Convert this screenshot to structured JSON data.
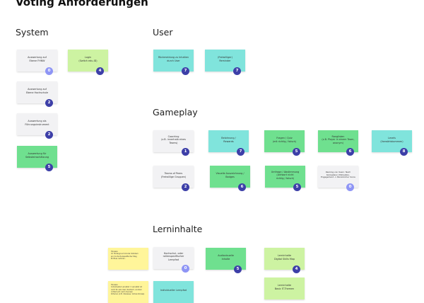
{
  "title": "Voting Anforderungen",
  "sections": {
    "system": "System",
    "user": "User",
    "gameplay": "Gameplay",
    "lerninhalte": "Lerninhalte"
  },
  "colors": {
    "gray": "#f2f2f4",
    "green": "#6fe08f",
    "lime": "#cdf3a2",
    "teal": "#80e4dc",
    "yellow": "#fff59a",
    "badge_dark": "#3d3fa8",
    "badge_light": "#8e95f5"
  },
  "cards": {
    "system": [
      {
        "text": "Auswertung auf\nEbene FHNW",
        "votes": "0"
      },
      {
        "text": "Login\n(Switch edu-ID)",
        "votes": "4"
      },
      {
        "text": "Auswertung auf\nEbene Hochschule",
        "votes": "2"
      },
      {
        "text": "Auswertung als\nFührungsinstrument",
        "votes": "2"
      },
      {
        "text": "Auswertung für\nSelbsteinschätzung",
        "votes": "5"
      }
    ],
    "user": [
      {
        "text": "Rückmeldung zu Inhalten\ndurch User",
        "votes": "7"
      },
      {
        "text": "(Freiwilliger)\nReminder",
        "votes": "7"
      }
    ],
    "gameplay": [
      {
        "text": "Coaching\n(z.B. innerhalb eines\nTeams)",
        "votes": "1"
      },
      {
        "text": "Belohnung /\nRewards",
        "votes": "7"
      },
      {
        "text": "Fragen / Quiz\n(mit richtig / falsch)",
        "votes": "5"
      },
      {
        "text": "Ranglisten\n(z.B. Player in einem Team,\nanonym)",
        "votes": "6"
      },
      {
        "text": "Levels\n(Vorwärtskommen)",
        "votes": "8"
      },
      {
        "text": "Teams of Peers\n(Freiwillige Gruppen)",
        "votes": "2"
      },
      {
        "text": "Visuelle Auszeichnung /\nBadges",
        "votes": "6"
      },
      {
        "text": "Umfrage / Abstimmung\n(Antwort nicht\nrichtig / falsch)",
        "votes": "5"
      },
      {
        "text": "Ranking von Usern: Nach\nKompetenz, Motivation,\nEngagement -> Persönlicher Score",
        "votes": "0"
      }
    ],
    "lerninhalte": [
      {
        "text": "Hinweis:\nIm Hintergrund könnte trotzdem\nein hochschulspezifischer Weg\nEinfluss nehmen."
      },
      {
        "text": "Hochschul- oder\nrollenspezifischer\nLernpfad",
        "votes": "0"
      },
      {
        "text": "Audiovisuelle\nInhalte",
        "votes": "5"
      },
      {
        "text": "Lerninhalte\nDigital Skills Map",
        "votes": "4"
      },
      {
        "text": "Hinweis:\nIndividueller Lernpfad = Lernpfad ist\nnicht für alle User identisch, sondern\nrichtet sich nach diversen\nKriterien (z.B. Interesse, Vorkenntnisse)"
      },
      {
        "text": "Individueller Lernpfad"
      },
      {
        "text": "Lerninhalte\nBasic IT-Themen"
      }
    ]
  }
}
